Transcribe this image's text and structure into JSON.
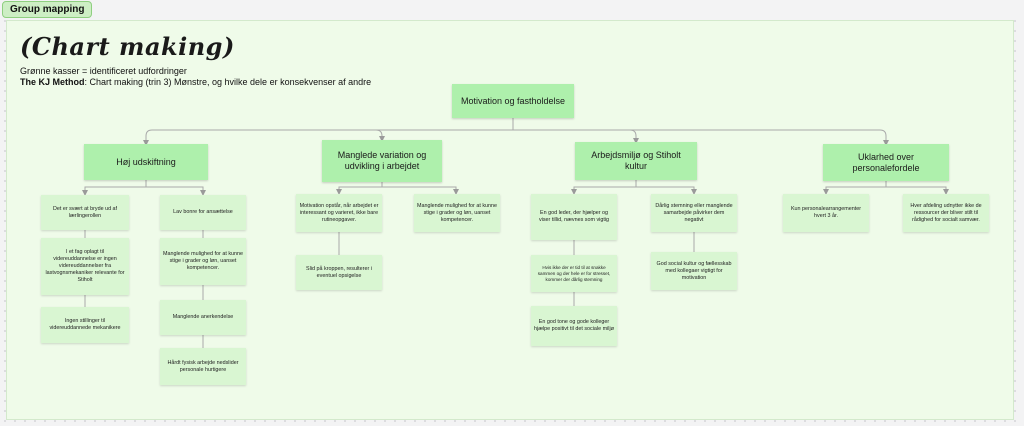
{
  "frame_tab": "Group mapping",
  "title": "(Chart making)",
  "legend_line": "Grønne kasser = identificeret udfordringer",
  "method_label": "The KJ Method",
  "method_text": ": Chart making  (trin 3) Mønstre, og hvilke dele er konsekvenser af andre",
  "root": "Motivation og fastholdelse",
  "categories": [
    {
      "label": "Høj udskiftning",
      "notes": [
        "Det er svært at bryde ud af lærlingerollen",
        "I et fag oplagt til videreuddannelse er ingen videreuddannelser fra lastvognsmekaniker relevante for Stiholt",
        "Ingen stillinger til videreuddannede mekanikere",
        "Lav bonre for ansættelse",
        "Manglende mulighed for at kunne stige i grader og løn, uanset kompetencer.",
        "Manglende anerkendelse",
        "Hårdt fysisk arbejde nedslider personale hurtigere"
      ]
    },
    {
      "label": "Manglede variation og udvikling i arbejdet",
      "notes": [
        "Motivation opstår, når arbejdet er interessant og varieret, ikke bare rutineopgaver.",
        "Slid på kroppen, resulterer i eventuel opsigelse",
        "Manglende mulighed for at kunne stige i grader og løn, uanset kompetencer."
      ]
    },
    {
      "label": "Arbejdsmiljø og Stiholt kultur",
      "notes": [
        "En god leder, der hjælper og viser tillid, nævnes som vigtig",
        "Hvis ikke der er tid til at snakke sammen og der hele er for stresset, kommer der dårlig stemning",
        "En god tone og gode kolleger hjælpe positivt til det sociale miljø",
        "Dårlig stemning eller manglende samarbejde påvirker dem negativt",
        "God social kultur og fællesskab med kollegaer vigtigt for motivation"
      ]
    },
    {
      "label": "Uklarhed over personalefordele",
      "notes": [
        "Kun personalearrangementer hvert 3 år.",
        "Hver afdeling udnytter ikke de ressourcer der bliver stilt til rådighed for socialt samvær."
      ]
    }
  ],
  "colors": {
    "board": "#effbe9",
    "category_fill": "#aef0ac",
    "note_fill": "#d9f6d2",
    "connector": "#a9a9a9"
  }
}
